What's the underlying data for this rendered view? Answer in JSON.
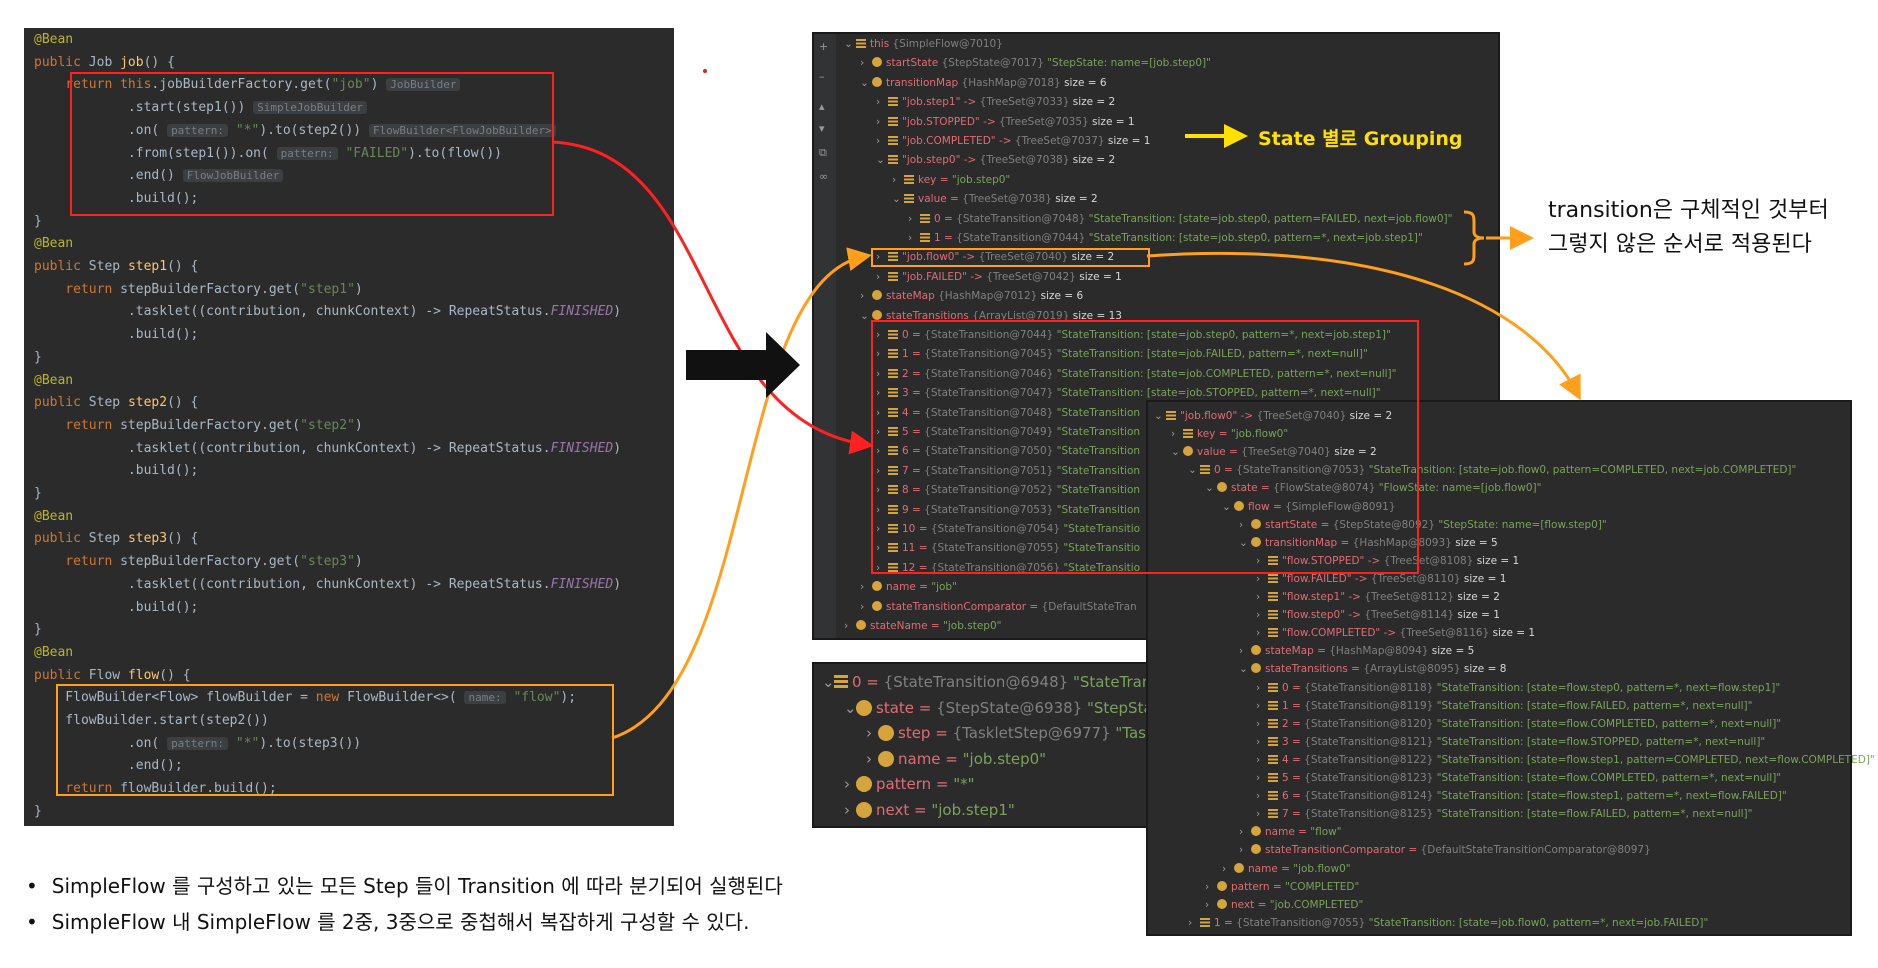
{
  "code_lines": [
    {
      "parts": [
        {
          "t": "@Bean",
          "c": "cl-ann"
        }
      ]
    },
    {
      "parts": [
        {
          "t": "public ",
          "c": "cl-kw"
        },
        {
          "t": "Job "
        },
        {
          "t": "job",
          "c": "cl-fn"
        },
        {
          "t": "() {"
        }
      ]
    },
    {
      "parts": [
        {
          "t": "    "
        },
        {
          "t": "return ",
          "c": "cl-kw"
        },
        {
          "t": "this",
          "c": "cl-kw"
        },
        {
          "t": ".jobBuilderFactory.get("
        },
        {
          "t": "\"job\"",
          "c": "cl-str"
        },
        {
          "t": ") "
        },
        {
          "t": "JobBuilder",
          "c": "hint"
        }
      ]
    },
    {
      "parts": [
        {
          "t": "            .start(step1()) "
        },
        {
          "t": "SimpleJobBuilder",
          "c": "hint"
        }
      ]
    },
    {
      "parts": [
        {
          "t": "            .on( "
        },
        {
          "t": "pattern:",
          "c": "hint"
        },
        {
          "t": " "
        },
        {
          "t": "\"*\"",
          "c": "cl-str"
        },
        {
          "t": ").to(step2()) "
        },
        {
          "t": "FlowBuilder<FlowJobBuilder>",
          "c": "hint"
        }
      ]
    },
    {
      "parts": [
        {
          "t": "            .from(step1()).on( "
        },
        {
          "t": "pattern:",
          "c": "hint"
        },
        {
          "t": " "
        },
        {
          "t": "\"FAILED\"",
          "c": "cl-str"
        },
        {
          "t": ").to(flow())"
        }
      ]
    },
    {
      "parts": [
        {
          "t": "            .end() "
        },
        {
          "t": "FlowJobBuilder",
          "c": "hint"
        }
      ]
    },
    {
      "parts": [
        {
          "t": "            .build();"
        }
      ]
    },
    {
      "parts": [
        {
          "t": "}"
        }
      ]
    },
    {
      "parts": [
        {
          "t": "@Bean",
          "c": "cl-ann"
        }
      ]
    },
    {
      "parts": [
        {
          "t": "public ",
          "c": "cl-kw"
        },
        {
          "t": "Step "
        },
        {
          "t": "step1",
          "c": "cl-fn"
        },
        {
          "t": "() {"
        }
      ]
    },
    {
      "parts": [
        {
          "t": "    "
        },
        {
          "t": "return ",
          "c": "cl-kw"
        },
        {
          "t": "stepBuilderFactory.get("
        },
        {
          "t": "\"step1\"",
          "c": "cl-str"
        },
        {
          "t": ")"
        }
      ]
    },
    {
      "parts": [
        {
          "t": "            .tasklet((contribution, chunkContext) -> RepeatStatus."
        },
        {
          "t": "FINISHED",
          "c": "cl-it"
        },
        {
          "t": ")"
        }
      ]
    },
    {
      "parts": [
        {
          "t": "            .build();"
        }
      ]
    },
    {
      "parts": [
        {
          "t": "}"
        }
      ]
    },
    {
      "parts": [
        {
          "t": "@Bean",
          "c": "cl-ann"
        }
      ]
    },
    {
      "parts": [
        {
          "t": "public ",
          "c": "cl-kw"
        },
        {
          "t": "Step "
        },
        {
          "t": "step2",
          "c": "cl-fn"
        },
        {
          "t": "() {"
        }
      ]
    },
    {
      "parts": [
        {
          "t": "    "
        },
        {
          "t": "return ",
          "c": "cl-kw"
        },
        {
          "t": "stepBuilderFactory.get("
        },
        {
          "t": "\"step2\"",
          "c": "cl-str"
        },
        {
          "t": ")"
        }
      ]
    },
    {
      "parts": [
        {
          "t": "            .tasklet((contribution, chunkContext) -> RepeatStatus."
        },
        {
          "t": "FINISHED",
          "c": "cl-it"
        },
        {
          "t": ")"
        }
      ]
    },
    {
      "parts": [
        {
          "t": "            .build();"
        }
      ]
    },
    {
      "parts": [
        {
          "t": "}"
        }
      ]
    },
    {
      "parts": [
        {
          "t": "@Bean",
          "c": "cl-ann"
        }
      ]
    },
    {
      "parts": [
        {
          "t": "public ",
          "c": "cl-kw"
        },
        {
          "t": "Step "
        },
        {
          "t": "step3",
          "c": "cl-fn"
        },
        {
          "t": "() {"
        }
      ]
    },
    {
      "parts": [
        {
          "t": "    "
        },
        {
          "t": "return ",
          "c": "cl-kw"
        },
        {
          "t": "stepBuilderFactory.get("
        },
        {
          "t": "\"step3\"",
          "c": "cl-str"
        },
        {
          "t": ")"
        }
      ]
    },
    {
      "parts": [
        {
          "t": "            .tasklet((contribution, chunkContext) -> RepeatStatus."
        },
        {
          "t": "FINISHED",
          "c": "cl-it"
        },
        {
          "t": ")"
        }
      ]
    },
    {
      "parts": [
        {
          "t": "            .build();"
        }
      ]
    },
    {
      "parts": [
        {
          "t": "}"
        }
      ]
    },
    {
      "parts": [
        {
          "t": "@Bean",
          "c": "cl-ann"
        }
      ]
    },
    {
      "parts": [
        {
          "t": "public ",
          "c": "cl-kw"
        },
        {
          "t": "Flow "
        },
        {
          "t": "flow",
          "c": "cl-fn"
        },
        {
          "t": "() {"
        }
      ]
    },
    {
      "parts": [
        {
          "t": "    FlowBuilder<Flow> flowBuilder = "
        },
        {
          "t": "new ",
          "c": "cl-kw"
        },
        {
          "t": "FlowBuilder<>( "
        },
        {
          "t": "name:",
          "c": "hint"
        },
        {
          "t": " "
        },
        {
          "t": "\"flow\"",
          "c": "cl-str"
        },
        {
          "t": ");"
        }
      ]
    },
    {
      "parts": [
        {
          "t": "    flowBuilder.start(step2())"
        }
      ]
    },
    {
      "parts": [
        {
          "t": "            .on( "
        },
        {
          "t": "pattern:",
          "c": "hint"
        },
        {
          "t": " "
        },
        {
          "t": "\"*\"",
          "c": "cl-str"
        },
        {
          "t": ").to(step3())"
        }
      ]
    },
    {
      "parts": [
        {
          "t": "            .end();"
        }
      ]
    },
    {
      "parts": [
        {
          "t": "    "
        },
        {
          "t": "return ",
          "c": "cl-kw"
        },
        {
          "t": "flowBuilder.build();"
        }
      ]
    },
    {
      "parts": [
        {
          "t": "}"
        }
      ]
    }
  ],
  "debugger_main": [
    {
      "d": 0,
      "ic": "list",
      "ch": "v",
      "n": "this",
      "r": "{SimpleFlow@7010}",
      "v": ""
    },
    {
      "d": 1,
      "ic": "f",
      "ch": ">",
      "n": "startState",
      "r": "{StepState@7017}",
      "v": "\"StepState: name=[job.step0]\""
    },
    {
      "d": 1,
      "ic": "f",
      "ch": "v",
      "n": "transitionMap",
      "r": "{HashMap@7018}",
      "v": "size = 6"
    },
    {
      "d": 2,
      "ic": "list",
      "ch": ">",
      "n": "\"job.step1\" ->",
      "r": "{TreeSet@7033}",
      "v": "size = 2"
    },
    {
      "d": 2,
      "ic": "list",
      "ch": ">",
      "n": "\"job.STOPPED\" ->",
      "r": "{TreeSet@7035}",
      "v": "size = 1"
    },
    {
      "d": 2,
      "ic": "list",
      "ch": ">",
      "n": "\"job.COMPLETED\" ->",
      "r": "{TreeSet@7037}",
      "v": "size = 1"
    },
    {
      "d": 2,
      "ic": "list",
      "ch": "v",
      "n": "\"job.step0\" ->",
      "r": "{TreeSet@7038}",
      "v": "size = 2"
    },
    {
      "d": 3,
      "ic": "list",
      "ch": ">",
      "n": "key =",
      "r": "",
      "v": "\"job.step0\""
    },
    {
      "d": 3,
      "ic": "list",
      "ch": "v",
      "n": "value =",
      "r": "{TreeSet@7038}",
      "v": "size = 2"
    },
    {
      "d": 4,
      "ic": "list",
      "ch": ">",
      "n": "0 =",
      "r": "{StateTransition@7048}",
      "v": "\"StateTransition: [state=job.step0, pattern=FAILED, next=job.flow0]\""
    },
    {
      "d": 4,
      "ic": "list",
      "ch": ">",
      "n": "1 =",
      "r": "{StateTransition@7044}",
      "v": "\"StateTransition: [state=job.step0, pattern=*, next=job.step1]\""
    },
    {
      "d": 2,
      "ic": "list",
      "ch": ">",
      "n": "\"job.flow0\" ->",
      "r": "{TreeSet@7040}",
      "v": "size = 2"
    },
    {
      "d": 2,
      "ic": "list",
      "ch": ">",
      "n": "\"job.FAILED\" ->",
      "r": "{TreeSet@7042}",
      "v": "size = 1"
    },
    {
      "d": 1,
      "ic": "f",
      "ch": ">",
      "n": "stateMap",
      "r": "{HashMap@7012}",
      "v": "size = 6"
    },
    {
      "d": 1,
      "ic": "f",
      "ch": "v",
      "n": "stateTransitions",
      "r": "{ArrayList@7019}",
      "v": "size = 13"
    },
    {
      "d": 2,
      "ic": "list",
      "ch": ">",
      "n": "0 =",
      "r": "{StateTransition@7044}",
      "v": "\"StateTransition: [state=job.step0, pattern=*, next=job.step1]\""
    },
    {
      "d": 2,
      "ic": "list",
      "ch": ">",
      "n": "1 =",
      "r": "{StateTransition@7045}",
      "v": "\"StateTransition: [state=job.FAILED, pattern=*, next=null]\""
    },
    {
      "d": 2,
      "ic": "list",
      "ch": ">",
      "n": "2 =",
      "r": "{StateTransition@7046}",
      "v": "\"StateTransition: [state=job.COMPLETED, pattern=*, next=null]\""
    },
    {
      "d": 2,
      "ic": "list",
      "ch": ">",
      "n": "3 =",
      "r": "{StateTransition@7047}",
      "v": "\"StateTransition: [state=job.STOPPED, pattern=*, next=null]\""
    },
    {
      "d": 2,
      "ic": "list",
      "ch": ">",
      "n": "4 =",
      "r": "{StateTransition@7048}",
      "v": "\"StateTransition"
    },
    {
      "d": 2,
      "ic": "list",
      "ch": ">",
      "n": "5 =",
      "r": "{StateTransition@7049}",
      "v": "\"StateTransition"
    },
    {
      "d": 2,
      "ic": "list",
      "ch": ">",
      "n": "6 =",
      "r": "{StateTransition@7050}",
      "v": "\"StateTransition"
    },
    {
      "d": 2,
      "ic": "list",
      "ch": ">",
      "n": "7 =",
      "r": "{StateTransition@7051}",
      "v": "\"StateTransition"
    },
    {
      "d": 2,
      "ic": "list",
      "ch": ">",
      "n": "8 =",
      "r": "{StateTransition@7052}",
      "v": "\"StateTransition"
    },
    {
      "d": 2,
      "ic": "list",
      "ch": ">",
      "n": "9 =",
      "r": "{StateTransition@7053}",
      "v": "\"StateTransition"
    },
    {
      "d": 2,
      "ic": "list",
      "ch": ">",
      "n": "10 =",
      "r": "{StateTransition@7054}",
      "v": "\"StateTransitio"
    },
    {
      "d": 2,
      "ic": "list",
      "ch": ">",
      "n": "11 =",
      "r": "{StateTransition@7055}",
      "v": "\"StateTransitio"
    },
    {
      "d": 2,
      "ic": "list",
      "ch": ">",
      "n": "12 =",
      "r": "{StateTransition@7056}",
      "v": "\"StateTransitio"
    },
    {
      "d": 1,
      "ic": "f",
      "ch": ">",
      "n": "name =",
      "r": "",
      "v": "\"job\""
    },
    {
      "d": 1,
      "ic": "f",
      "ch": ">",
      "n": "stateTransitionComparator =",
      "r": "{DefaultStateTran",
      "v": ""
    },
    {
      "d": 0,
      "ic": "f",
      "ch": ">",
      "n": "stateName =",
      "r": "",
      "v": "\"job.step0\""
    }
  ],
  "debugger_small": [
    {
      "d": 0,
      "ic": "list",
      "ch": "v",
      "n": "0 =",
      "r": "{StateTransition@6948}",
      "v": "\"StateTrans"
    },
    {
      "d": 1,
      "ic": "f",
      "ch": "v",
      "n": "state =",
      "r": "{StepState@6938}",
      "v": "\"StepStat"
    },
    {
      "d": 2,
      "ic": "f",
      "ch": ">",
      "n": "step =",
      "r": "{TaskletStep@6977}",
      "v": "\"Task"
    },
    {
      "d": 2,
      "ic": "f",
      "ch": ">",
      "n": "name =",
      "r": "",
      "v": "\"job.step0\""
    },
    {
      "d": 1,
      "ic": "f",
      "ch": ">",
      "n": "pattern =",
      "r": "",
      "v": "\"*\""
    },
    {
      "d": 1,
      "ic": "f",
      "ch": ">",
      "n": "next =",
      "r": "",
      "v": "\"job.step1\""
    }
  ],
  "debugger_flow": [
    {
      "d": 0,
      "ic": "list",
      "ch": "v",
      "n": "\"job.flow0\" ->",
      "r": "{TreeSet@7040}",
      "v": "size = 2"
    },
    {
      "d": 1,
      "ic": "list",
      "ch": ">",
      "n": "key =",
      "r": "",
      "v": "\"job.flow0\""
    },
    {
      "d": 1,
      "ic": "f",
      "ch": "v",
      "n": "value =",
      "r": "{TreeSet@7040}",
      "v": "size = 2"
    },
    {
      "d": 2,
      "ic": "list",
      "ch": "v",
      "n": "0 =",
      "r": "{StateTransition@7053}",
      "v": "\"StateTransition: [state=job.flow0, pattern=COMPLETED, next=job.COMPLETED]\""
    },
    {
      "d": 3,
      "ic": "f",
      "ch": "v",
      "n": "state =",
      "r": "{FlowState@8074}",
      "v": "\"FlowState: name=[job.flow0]\""
    },
    {
      "d": 4,
      "ic": "f",
      "ch": "v",
      "n": "flow =",
      "r": "{SimpleFlow@8091}",
      "v": ""
    },
    {
      "d": 5,
      "ic": "f",
      "ch": ">",
      "n": "startState =",
      "r": "{StepState@8092}",
      "v": "\"StepState: name=[flow.step0]\""
    },
    {
      "d": 5,
      "ic": "f",
      "ch": "v",
      "n": "transitionMap =",
      "r": "{HashMap@8093}",
      "v": "size = 5"
    },
    {
      "d": 6,
      "ic": "list",
      "ch": ">",
      "n": "\"flow.STOPPED\" ->",
      "r": "{TreeSet@8108}",
      "v": "size = 1"
    },
    {
      "d": 6,
      "ic": "list",
      "ch": ">",
      "n": "\"flow.FAILED\" ->",
      "r": "{TreeSet@8110}",
      "v": "size = 1"
    },
    {
      "d": 6,
      "ic": "list",
      "ch": ">",
      "n": "\"flow.step1\" ->",
      "r": "{TreeSet@8112}",
      "v": "size = 2"
    },
    {
      "d": 6,
      "ic": "list",
      "ch": ">",
      "n": "\"flow.step0\" ->",
      "r": "{TreeSet@8114}",
      "v": "size = 1"
    },
    {
      "d": 6,
      "ic": "list",
      "ch": ">",
      "n": "\"flow.COMPLETED\" ->",
      "r": "{TreeSet@8116}",
      "v": "size = 1"
    },
    {
      "d": 5,
      "ic": "f",
      "ch": ">",
      "n": "stateMap =",
      "r": "{HashMap@8094}",
      "v": "size = 5"
    },
    {
      "d": 5,
      "ic": "f",
      "ch": "v",
      "n": "stateTransitions =",
      "r": "{ArrayList@8095}",
      "v": "size = 8"
    },
    {
      "d": 6,
      "ic": "list",
      "ch": ">",
      "n": "0 =",
      "r": "{StateTransition@8118}",
      "v": "\"StateTransition: [state=flow.step0, pattern=*, next=flow.step1]\""
    },
    {
      "d": 6,
      "ic": "list",
      "ch": ">",
      "n": "1 =",
      "r": "{StateTransition@8119}",
      "v": "\"StateTransition: [state=flow.FAILED, pattern=*, next=null]\""
    },
    {
      "d": 6,
      "ic": "list",
      "ch": ">",
      "n": "2 =",
      "r": "{StateTransition@8120}",
      "v": "\"StateTransition: [state=flow.COMPLETED, pattern=*, next=null]\""
    },
    {
      "d": 6,
      "ic": "list",
      "ch": ">",
      "n": "3 =",
      "r": "{StateTransition@8121}",
      "v": "\"StateTransition: [state=flow.STOPPED, pattern=*, next=null]\""
    },
    {
      "d": 6,
      "ic": "list",
      "ch": ">",
      "n": "4 =",
      "r": "{StateTransition@8122}",
      "v": "\"StateTransition: [state=flow.step1, pattern=COMPLETED, next=flow.COMPLETED]\""
    },
    {
      "d": 6,
      "ic": "list",
      "ch": ">",
      "n": "5 =",
      "r": "{StateTransition@8123}",
      "v": "\"StateTransition: [state=flow.COMPLETED, pattern=*, next=null]\""
    },
    {
      "d": 6,
      "ic": "list",
      "ch": ">",
      "n": "6 =",
      "r": "{StateTransition@8124}",
      "v": "\"StateTransition: [state=flow.step1, pattern=*, next=flow.FAILED]\""
    },
    {
      "d": 6,
      "ic": "list",
      "ch": ">",
      "n": "7 =",
      "r": "{StateTransition@8125}",
      "v": "\"StateTransition: [state=flow.FAILED, pattern=*, next=null]\""
    },
    {
      "d": 5,
      "ic": "f",
      "ch": ">",
      "n": "name =",
      "r": "",
      "v": "\"flow\""
    },
    {
      "d": 5,
      "ic": "f",
      "ch": ">",
      "n": "stateTransitionComparator =",
      "r": "{DefaultStateTransitionComparator@8097}",
      "v": ""
    },
    {
      "d": 4,
      "ic": "f",
      "ch": ">",
      "n": "name =",
      "r": "",
      "v": "\"job.flow0\""
    },
    {
      "d": 3,
      "ic": "f",
      "ch": ">",
      "n": "pattern =",
      "r": "",
      "v": "\"COMPLETED\""
    },
    {
      "d": 3,
      "ic": "f",
      "ch": ">",
      "n": "next =",
      "r": "",
      "v": "\"job.COMPLETED\""
    },
    {
      "d": 2,
      "ic": "list",
      "ch": ">",
      "n": "1 =",
      "r": "{StateTransition@7055}",
      "v": "\"StateTransition: [state=job.flow0, pattern=*, next=job.FAILED]\""
    }
  ],
  "annotations": {
    "grouping": "State 별로 Grouping",
    "transition_note_1": "transition은 구체적인 것부터",
    "transition_note_2": "그렇지 않은 순서로 적용된다"
  },
  "bullets": [
    "SimpleFlow 를 구성하고 있는 모든 Step 들이 Transition 에 따라 분기되어 실행된다",
    "SimpleFlow 내 SimpleFlow 를 2중, 3중으로 중첩해서 복잡하게 구성할 수 있다."
  ],
  "colors": {
    "red_highlight": "#ff2020",
    "orange_highlight": "#ff9f1c",
    "yellow_arrow": "#ffe000",
    "code_bg": "#2b2b2b"
  }
}
